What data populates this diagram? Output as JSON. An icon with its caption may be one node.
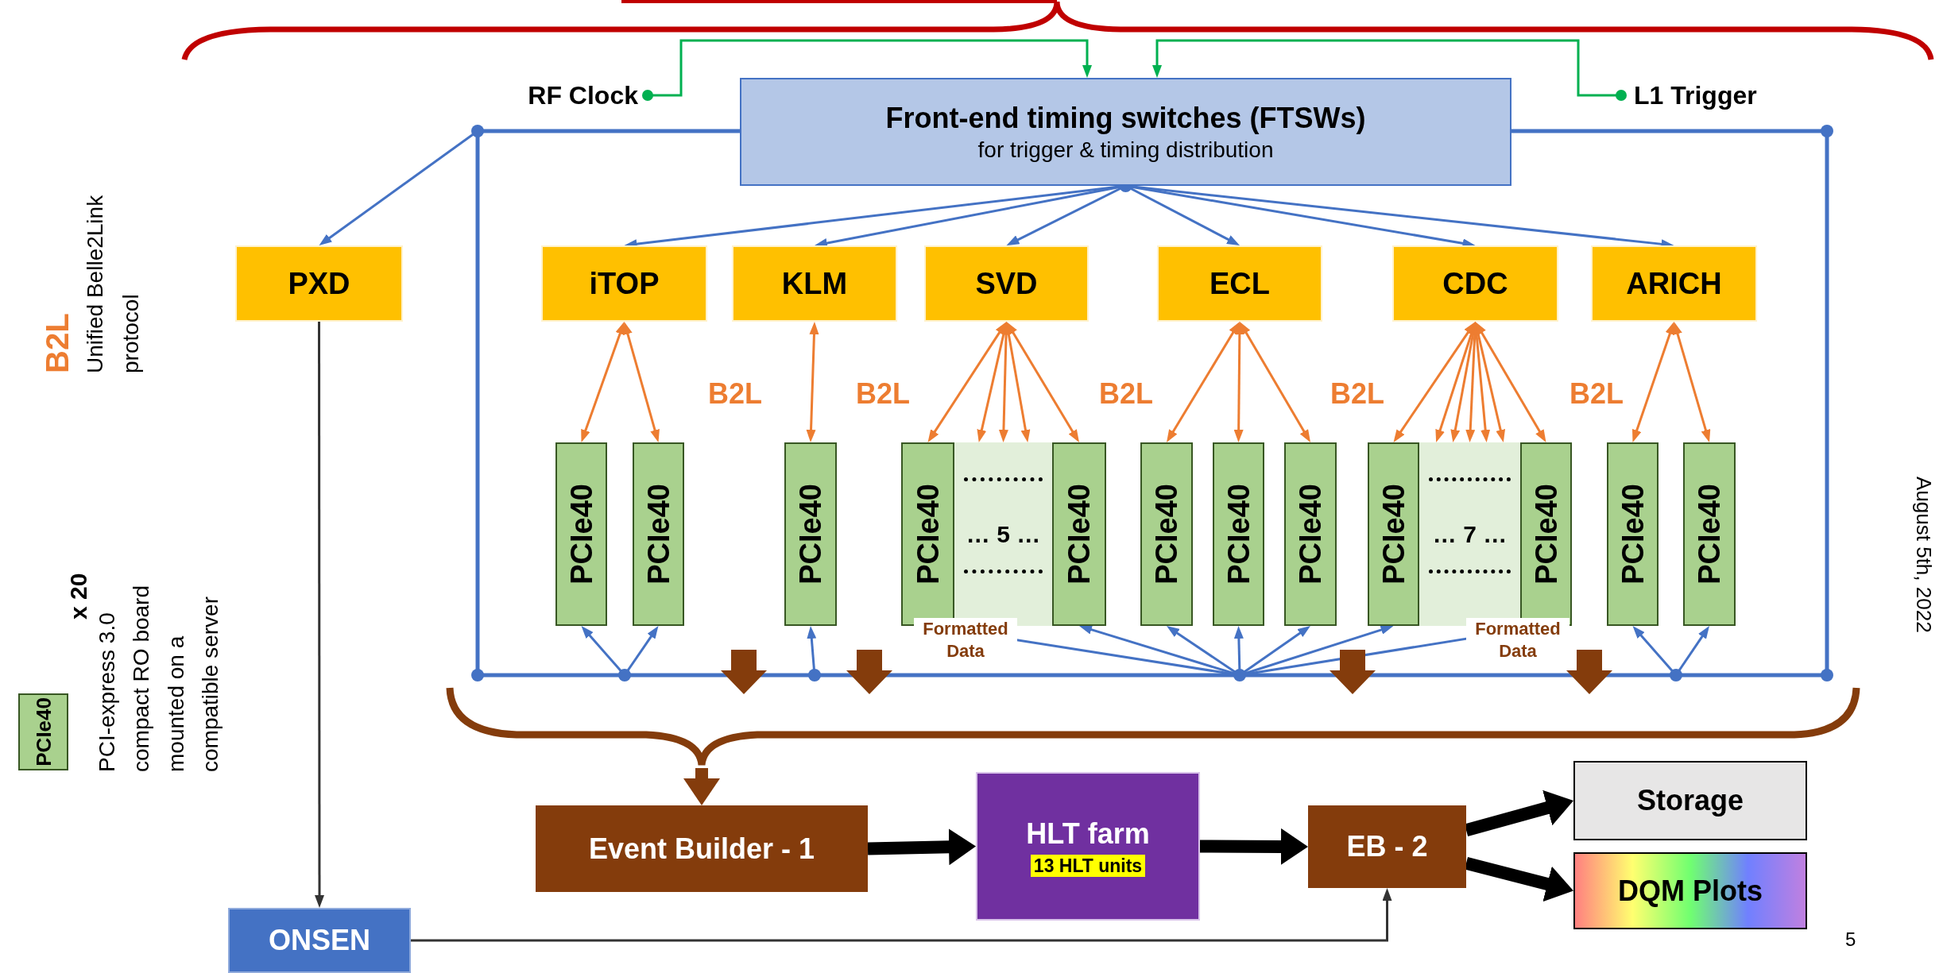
{
  "diagram": {
    "nodes": [
      {
        "text": [
          "Front-end timing switches (FTSWs)",
          "for trigger & timing distribution"
        ]
      },
      {
        "text": [
          "RF Clock"
        ]
      },
      {
        "text": [
          "L1 Trigger"
        ]
      },
      {
        "text": [
          "PXD"
        ]
      },
      {
        "text": [
          "iTOP"
        ]
      },
      {
        "text": [
          "KLM"
        ]
      },
      {
        "text": [
          "SVD"
        ]
      },
      {
        "text": [
          "ECL"
        ]
      },
      {
        "text": [
          "CDC"
        ]
      },
      {
        "text": [
          "ARICH"
        ]
      },
      {
        "text": [
          "PCIe40"
        ]
      },
      {
        "text": [
          "PCIe40"
        ]
      },
      {
        "text": [
          "PCIe40"
        ]
      },
      {
        "text": [
          "PCIe40"
        ]
      },
      {
        "text": [
          "… 5 …"
        ]
      },
      {
        "text": [
          "PCIe40"
        ]
      },
      {
        "text": [
          "PCIe40"
        ]
      },
      {
        "text": [
          "PCIe40"
        ]
      },
      {
        "text": [
          "PCIe40"
        ]
      },
      {
        "text": [
          "PCIe40"
        ]
      },
      {
        "text": [
          "… 7 …"
        ]
      },
      {
        "text": [
          "PCIe40"
        ]
      },
      {
        "text": [
          "PCIe40"
        ]
      },
      {
        "text": [
          "PCIe40"
        ]
      },
      {
        "text": [
          "Event Builder - 1"
        ]
      },
      {
        "text": [
          "HLT farm",
          "13 HLT units"
        ]
      },
      {
        "text": [
          "EB - 2"
        ]
      },
      {
        "text": [
          "Storage"
        ]
      },
      {
        "text": [
          "DQM Plots"
        ]
      },
      {
        "text": [
          "ONSEN"
        ]
      },
      {
        "text": [
          "PCIe40"
        ],
        "beside": [
          "x 20"
        ]
      },
      {
        "text": [],
        "shape": "brace"
      }
    ],
    "edges": [
      {
        "from": 1,
        "to": 0,
        "arrow": "to",
        "color": "#00b050"
      },
      {
        "from": 2,
        "to": 0,
        "arrow": "to",
        "color": "#00b050"
      },
      {
        "from": 0,
        "to": 3,
        "arrow": "to",
        "color": "#4472c4"
      },
      {
        "from": 0,
        "to": 4,
        "arrow": "to",
        "color": "#4472c4"
      },
      {
        "from": 0,
        "to": 5,
        "arrow": "to",
        "color": "#4472c4"
      },
      {
        "from": 0,
        "to": 6,
        "arrow": "to",
        "color": "#4472c4"
      },
      {
        "from": 0,
        "to": 7,
        "arrow": "to",
        "color": "#4472c4"
      },
      {
        "from": 0,
        "to": 8,
        "arrow": "to",
        "color": "#4472c4"
      },
      {
        "from": 0,
        "to": 9,
        "arrow": "to",
        "color": "#4472c4"
      },
      {
        "from": 0,
        "to": 10,
        "arrow": "to",
        "color": "#4472c4"
      },
      {
        "from": 0,
        "to": 11,
        "arrow": "to",
        "color": "#4472c4"
      },
      {
        "from": 0,
        "to": 12,
        "arrow": "to",
        "color": "#4472c4"
      },
      {
        "from": 0,
        "to": 13,
        "arrow": "to",
        "color": "#4472c4"
      },
      {
        "from": 0,
        "to": 15,
        "arrow": "to",
        "color": "#4472c4"
      },
      {
        "from": 0,
        "to": 16,
        "arrow": "to",
        "color": "#4472c4"
      },
      {
        "from": 0,
        "to": 17,
        "arrow": "to",
        "color": "#4472c4"
      },
      {
        "from": 0,
        "to": 18,
        "arrow": "to",
        "color": "#4472c4"
      },
      {
        "from": 0,
        "to": 19,
        "arrow": "to",
        "color": "#4472c4"
      },
      {
        "from": 0,
        "to": 21,
        "arrow": "to",
        "color": "#4472c4"
      },
      {
        "from": 0,
        "to": 22,
        "arrow": "to",
        "color": "#4472c4"
      },
      {
        "from": 0,
        "to": 23,
        "arrow": "to",
        "color": "#4472c4"
      },
      {
        "from": 4,
        "to": 10,
        "arrow": "both"
      },
      {
        "from": 4,
        "to": 11,
        "arrow": "both"
      },
      {
        "from": 5,
        "to": 12,
        "arrow": "both"
      },
      {
        "from": 6,
        "to": 13,
        "arrow": "both"
      },
      {
        "from": 6,
        "to": 14,
        "arrow": "both"
      },
      {
        "from": 6,
        "to": 14,
        "arrow": "both"
      },
      {
        "from": 6,
        "to": 14,
        "arrow": "both"
      },
      {
        "from": 6,
        "to": 15,
        "arrow": "both"
      },
      {
        "from": 7,
        "to": 16,
        "arrow": "both"
      },
      {
        "from": 7,
        "to": 17,
        "arrow": "both"
      },
      {
        "from": 7,
        "to": 18,
        "arrow": "both"
      },
      {
        "from": 8,
        "to": 19,
        "arrow": "both"
      },
      {
        "from": 8,
        "to": 20,
        "arrow": "both"
      },
      {
        "from": 8,
        "to": 20,
        "arrow": "both"
      },
      {
        "from": 8,
        "to": 20,
        "arrow": "both"
      },
      {
        "from": 8,
        "to": 20,
        "arrow": "both"
      },
      {
        "from": 8,
        "to": 20,
        "arrow": "both"
      },
      {
        "from": 8,
        "to": 21,
        "arrow": "both"
      },
      {
        "from": 9,
        "to": 22,
        "arrow": "both"
      },
      {
        "from": 9,
        "to": 23,
        "arrow": "both"
      },
      {
        "from": 3,
        "to": 29,
        "arrow": "to",
        "color": "#333333"
      },
      {
        "from": 29,
        "to": 26,
        "arrow": "to",
        "color": "#333333"
      },
      {
        "from": 31,
        "to": 24,
        "arrow": "to",
        "style": "thick",
        "color": "#843c0c"
      },
      {
        "from": 24,
        "to": 25,
        "arrow": "to",
        "style": "thick",
        "color": "#000000"
      },
      {
        "from": 25,
        "to": 26,
        "arrow": "to",
        "style": "thick",
        "color": "#000000"
      },
      {
        "from": 26,
        "to": 27,
        "arrow": "to",
        "style": "thick",
        "color": "#000000"
      },
      {
        "from": 26,
        "to": 28,
        "arrow": "to",
        "style": "thick",
        "color": "#000000"
      },
      {
        "from": null,
        "to": 31,
        "arrow": "to",
        "style": "thick",
        "color": "#843c0c"
      },
      {
        "from": null,
        "to": 31,
        "arrow": "to",
        "style": "thick",
        "color": "#843c0c"
      },
      {
        "from": null,
        "to": 31,
        "arrow": "to",
        "style": "thick",
        "color": "#843c0c"
      },
      {
        "from": null,
        "to": 31,
        "arrow": "to",
        "style": "thick",
        "color": "#843c0c"
      }
    ],
    "labels": [
      "B2L",
      "Unified Belle2Link protocol",
      "PCI-express 3.0 compact RO board mounted on a compatible server",
      "B2L",
      "B2L",
      "B2L",
      "B2L",
      "B2L",
      "Formatted Data",
      "Formatted Data",
      "August 5th, 2022",
      "5"
    ]
  }
}
